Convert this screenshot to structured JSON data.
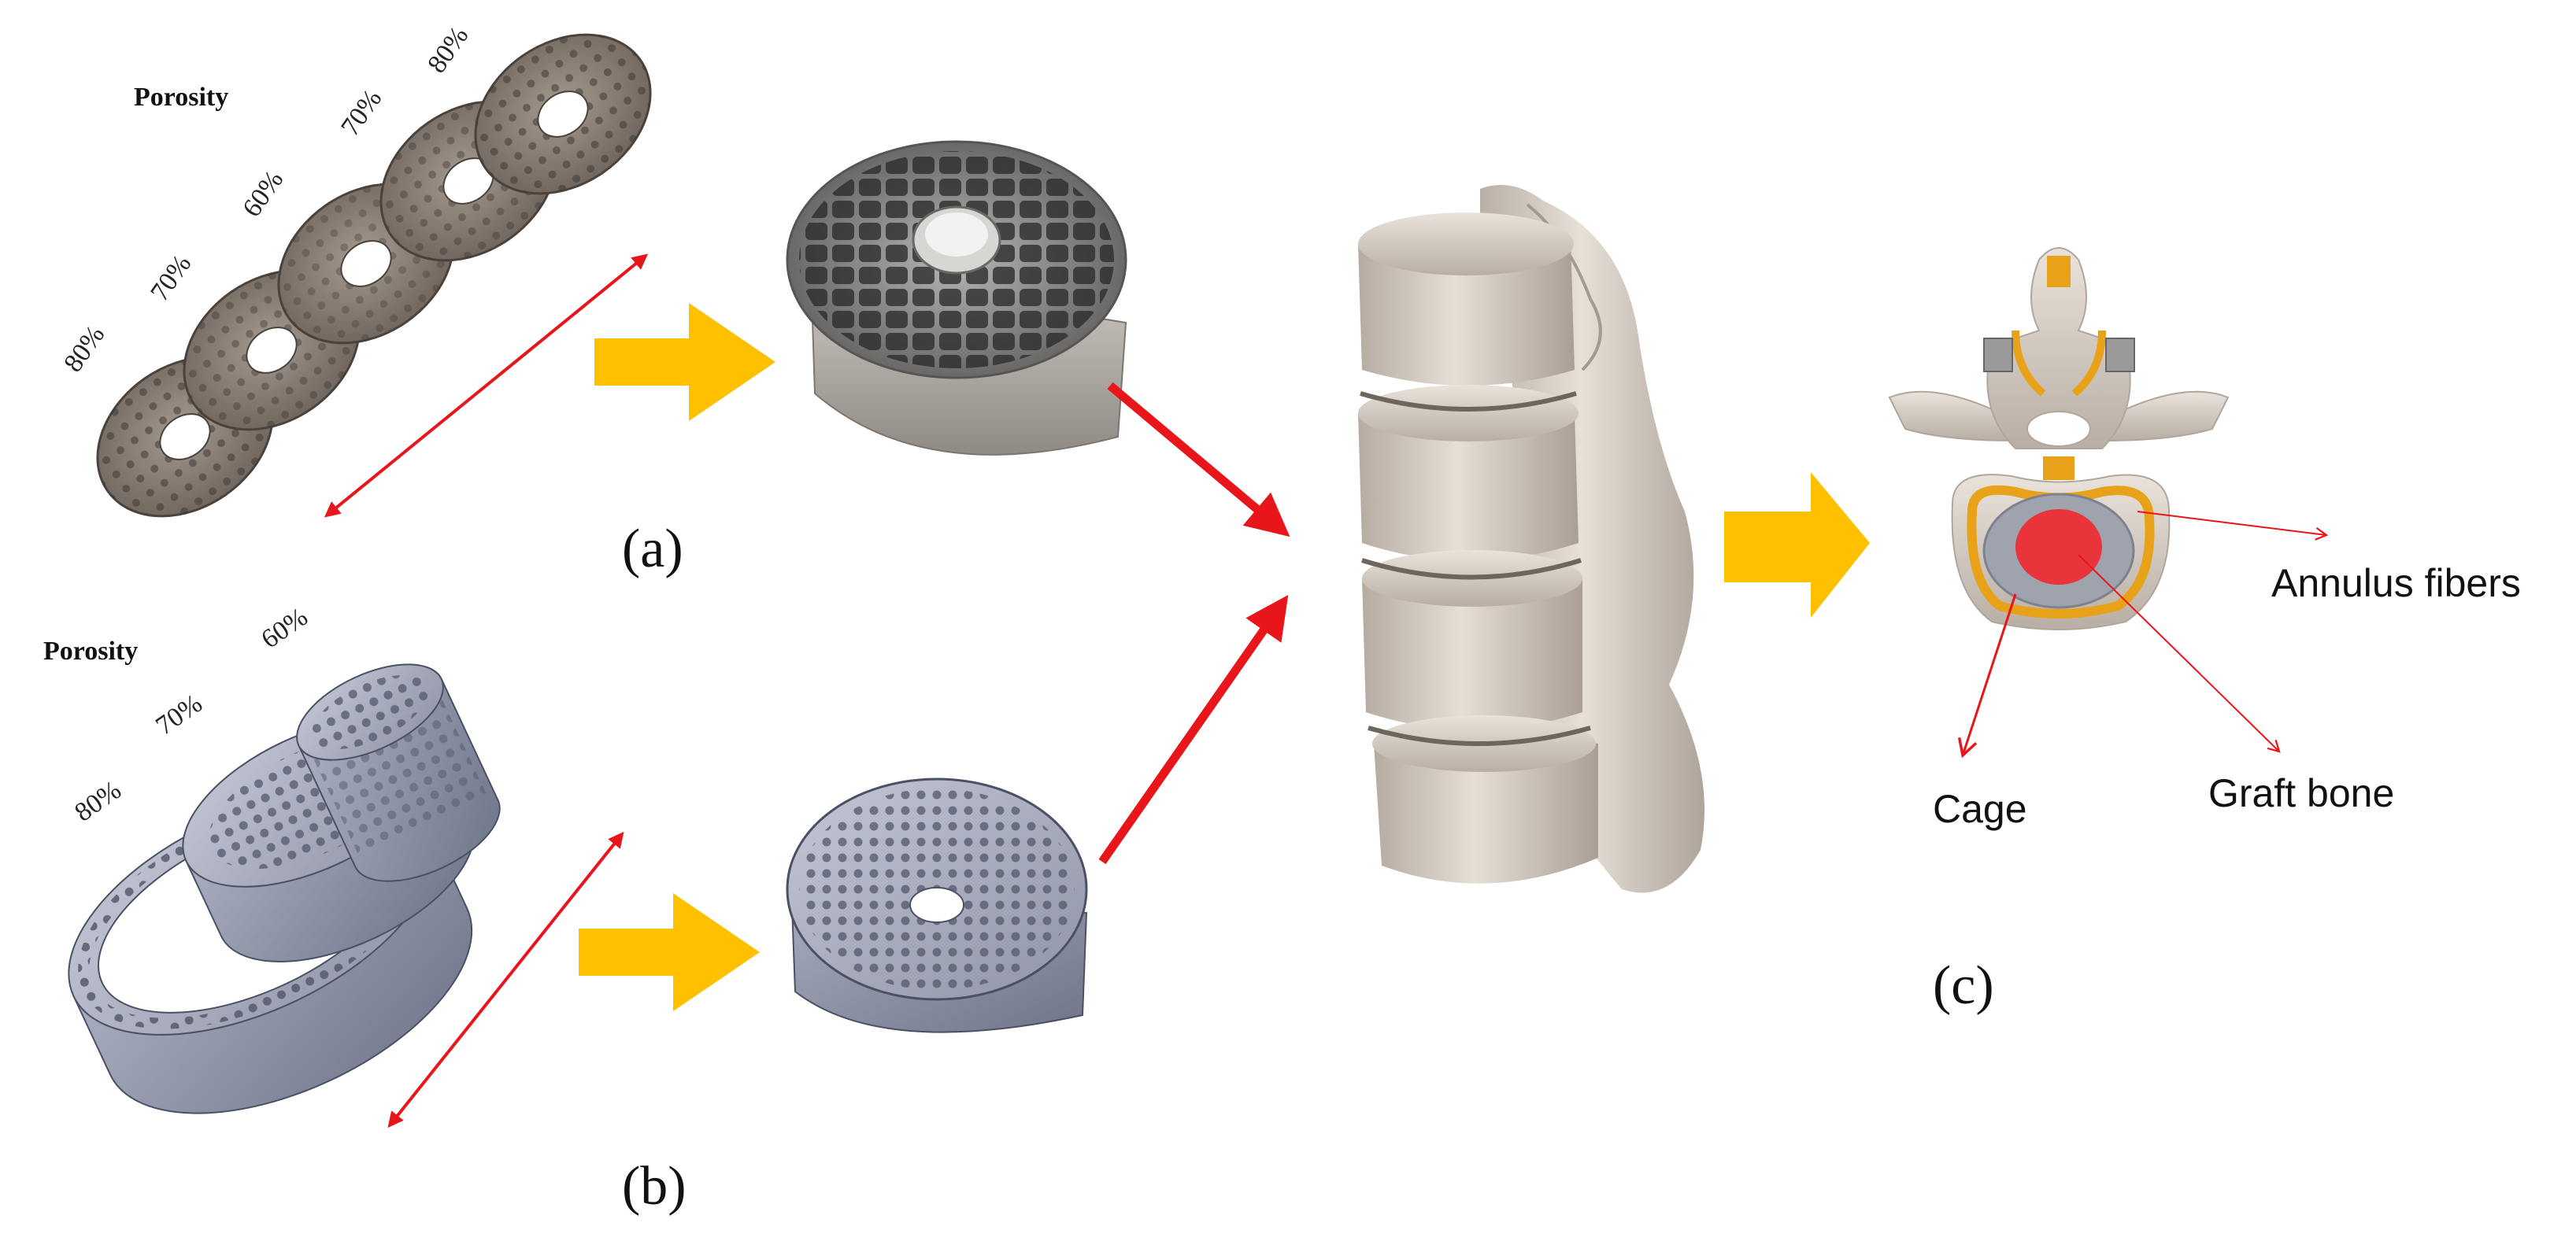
{
  "panel_a": {
    "label": "(a)",
    "porosity_title": "Porosity",
    "porosity_values": [
      "80%",
      "70%",
      "60%",
      "70%",
      "80%"
    ]
  },
  "panel_b": {
    "label": "(b)",
    "porosity_title": "Porosity",
    "porosity_values": [
      "80%",
      "70%",
      "60%"
    ]
  },
  "panel_c": {
    "label": "(c)",
    "annotations": {
      "annulus": "Annulus fibers",
      "cage": "Cage",
      "graft": "Graft bone"
    }
  },
  "colors": {
    "flow_arrow": "#FFC000",
    "pointer_arrow": "#E8161B",
    "graft_bone": "#E8343A",
    "annulus": "#E8A21A",
    "bone": "#D9D2C8",
    "disk_metal": "#8A8077",
    "cad_blue": "#8C92A6"
  },
  "icons": [
    "flow-arrow-icon",
    "double-headed-arrow-icon",
    "pointer-arrow-icon"
  ]
}
